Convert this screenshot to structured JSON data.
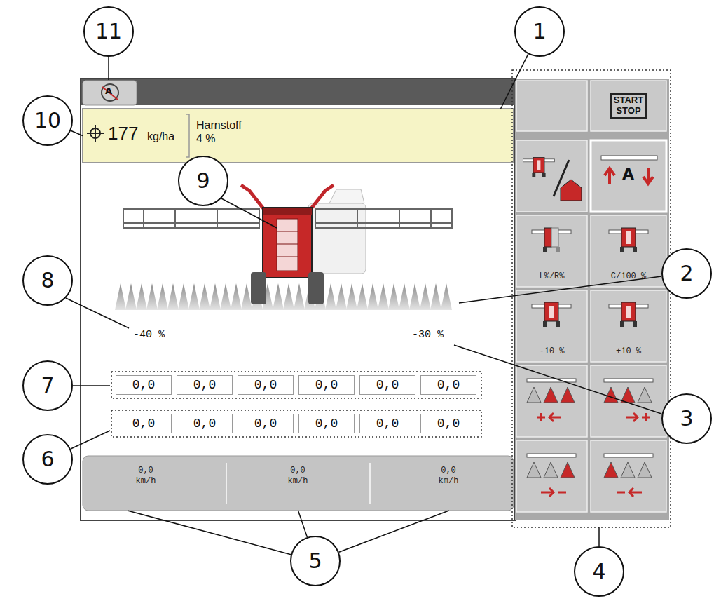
{
  "diagram": {
    "nodes": [
      {
        "text": [
          "11"
        ]
      },
      {
        "text": [
          "1"
        ]
      },
      {
        "text": [
          "10"
        ]
      },
      {
        "text": [
          "177",
          "kg/ha",
          "Harnstoff 4 %"
        ]
      },
      {
        "text": [
          "START STOP"
        ]
      },
      {
        "text": [
          "9"
        ]
      },
      {
        "text": [
          "2"
        ]
      },
      {
        "text": [
          "L%/R%"
        ]
      },
      {
        "text": [
          "C/100 %"
        ]
      },
      {
        "text": [
          "8"
        ]
      },
      {
        "text": [
          "-10 %"
        ]
      },
      {
        "text": [
          "+10 %"
        ]
      },
      {
        "text": [
          "7"
        ]
      },
      {
        "text": [
          "0,0"
        ]
      },
      {
        "text": [
          "0,0"
        ]
      },
      {
        "text": [
          "0,0"
        ]
      },
      {
        "text": [
          "0,0"
        ]
      },
      {
        "text": [
          "0,0"
        ]
      },
      {
        "text": [
          "0,0"
        ]
      },
      {
        "text": [
          "3"
        ]
      },
      {
        "text": [
          "0,0"
        ]
      },
      {
        "text": [
          "0,0"
        ]
      },
      {
        "text": [
          "0,0"
        ]
      },
      {
        "text": [
          "0,0"
        ]
      },
      {
        "text": [
          "0,0"
        ]
      },
      {
        "text": [
          "0,0"
        ]
      },
      {
        "text": [
          "6"
        ]
      },
      {
        "text": [
          "0,0 km/h",
          "0,0 km/h",
          "0,0 km/h"
        ]
      },
      {
        "text": [
          "5"
        ]
      },
      {
        "text": [
          "4"
        ]
      }
    ],
    "edges": [
      {
        "from": 1,
        "to": 3,
        "arrow": "none"
      },
      {
        "from": 2,
        "to": 3,
        "arrow": "none"
      },
      {
        "from": 28,
        "to": 27,
        "arrow": "none"
      },
      {
        "from": 28,
        "to": 27,
        "arrow": "none"
      },
      {
        "from": 28,
        "to": 27,
        "arrow": "none"
      }
    ],
    "labels": [
      "A",
      "A",
      "-40 %",
      "-30 %"
    ]
  }
}
